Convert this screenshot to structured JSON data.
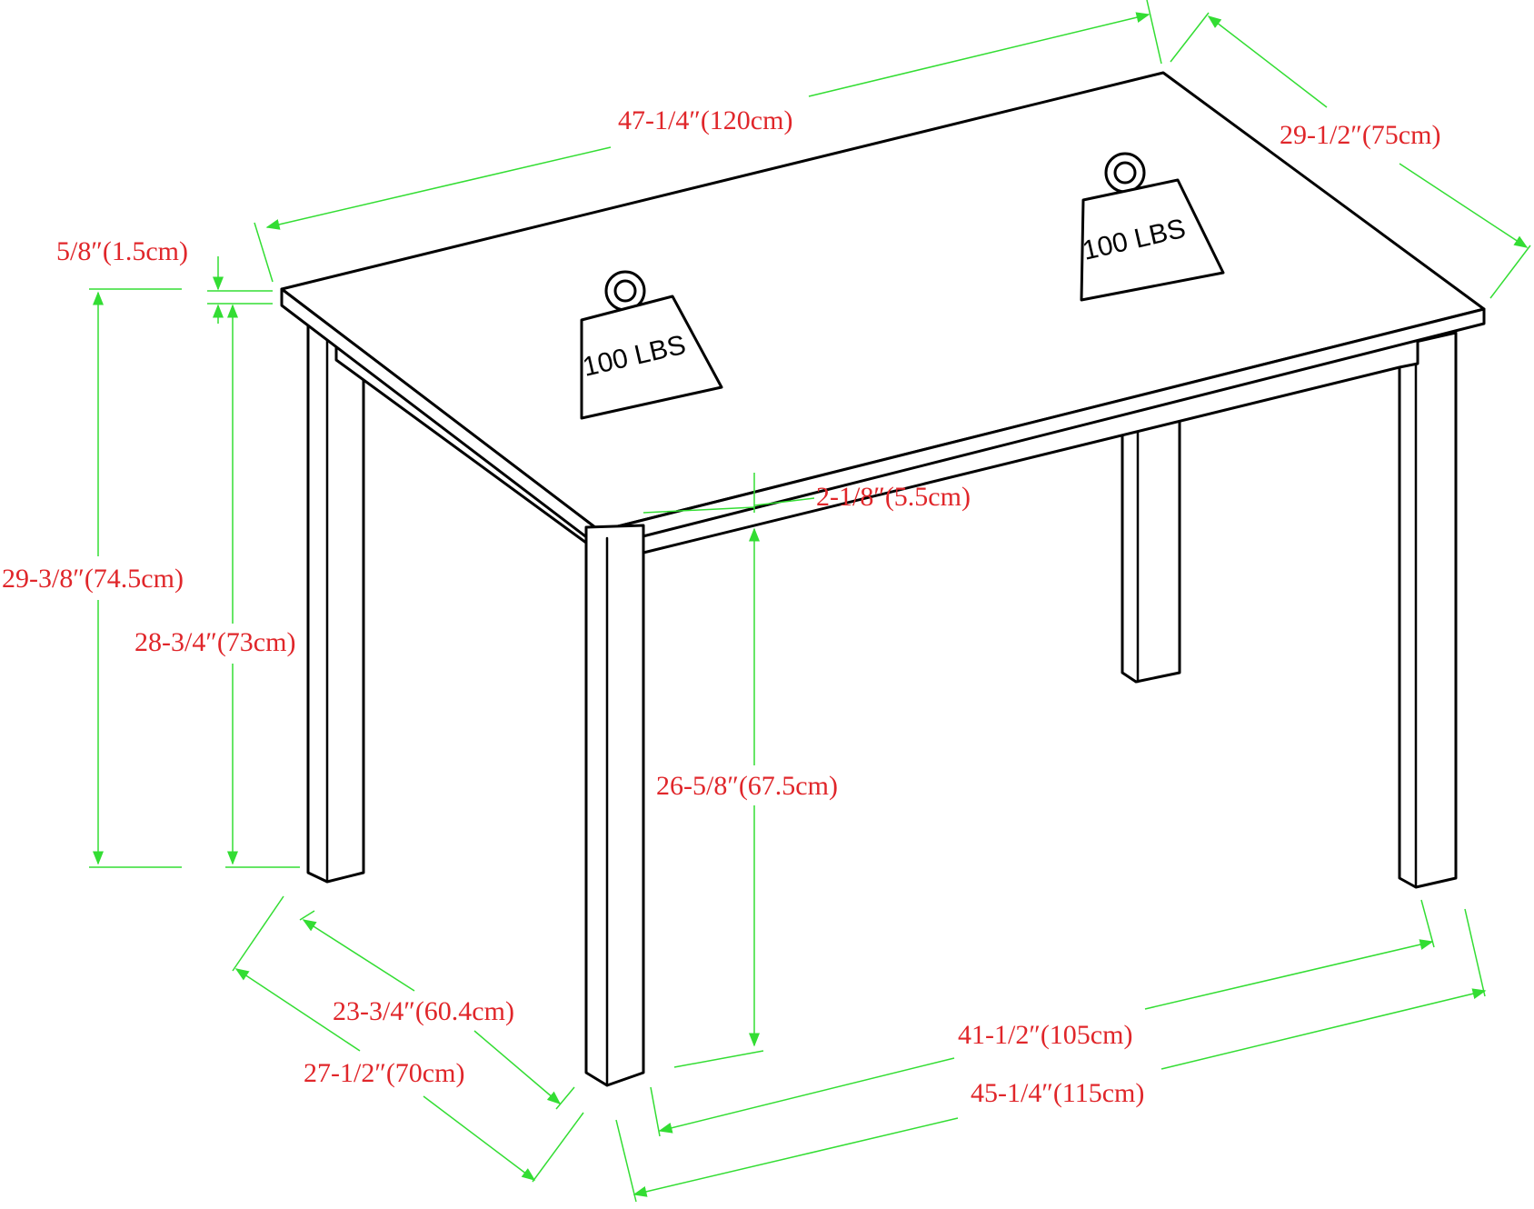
{
  "dimensions": {
    "top_length": "47-1/4″(120cm)",
    "top_depth": "29-1/2″(75cm)",
    "top_thickness": "5/8″(1.5cm)",
    "overall_height": "29-3/8″(74.5cm)",
    "top_to_floor": "28-3/4″(73cm)",
    "apron_height": "2-1/8″(5.5cm)",
    "clearance_height": "26-5/8″(67.5cm)",
    "inner_leg_depth": "23-3/4″(60.4cm)",
    "outer_leg_depth": "27-1/2″(70cm)",
    "inner_leg_length": "41-1/2″(105cm)",
    "outer_leg_length": "45-1/4″(115cm)"
  },
  "weights": [
    {
      "label": "100 LBS"
    },
    {
      "label": "100 LBS"
    }
  ],
  "colors": {
    "dimension_text": "#e0262a",
    "dimension_line": "#33dd33",
    "outline": "#000000"
  }
}
